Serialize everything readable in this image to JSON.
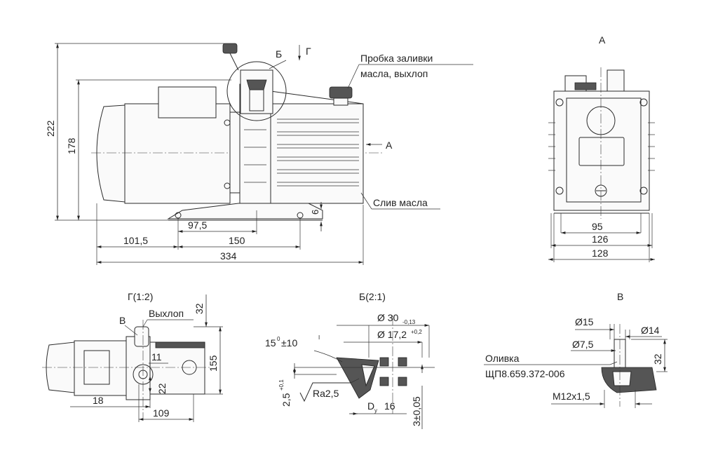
{
  "view_labels": {
    "A": "А",
    "G": "Г(1:2)",
    "B_detail": "Б(2:1)",
    "V": "В",
    "B_mark": "Б",
    "G_mark": "Г",
    "A_arrow": "А",
    "V_mark": "В"
  },
  "callouts": {
    "fill_plug_line1": "Пробка заливки",
    "fill_plug_line2": "масла, выхлоп",
    "oil_drain": "Слив масла",
    "exhaust": "Выхлоп",
    "oliva_line1": "Оливка",
    "oliva_line2": "ЩП8.659.372-006"
  },
  "main_view_dims": {
    "h222": "222",
    "h178": "178",
    "d101_5": "101,5",
    "d97_5": "97,5",
    "d150": "150",
    "d334": "334",
    "d6": "6"
  },
  "view_a_dims": {
    "d95": "95",
    "d126": "126",
    "d128": "128"
  },
  "view_g_dims": {
    "d32": "32",
    "d155": "155",
    "d11": "11",
    "d22": "22",
    "d18": "18",
    "d109": "109"
  },
  "view_b_dims": {
    "dia30": "Ø 30",
    "dia30_tol": "-0,13",
    "dia17": "Ø 17,2",
    "dia17_tol": "+0,2",
    "angle": "15",
    "angle_deg": "0",
    "angle_tol": "±10",
    "angle_tol_mark": "I",
    "h2_5": "2,5",
    "h2_5_tol": "+0,1",
    "ra": "Ra2,5",
    "du": "D",
    "du_sub": "у",
    "du_val": "16",
    "h3": "3±0,05"
  },
  "view_v_dims": {
    "dia15": "Ø15",
    "dia14": "Ø14",
    "dia7_5": "Ø7,5",
    "h32": "32",
    "thread": "М12х1,5"
  }
}
